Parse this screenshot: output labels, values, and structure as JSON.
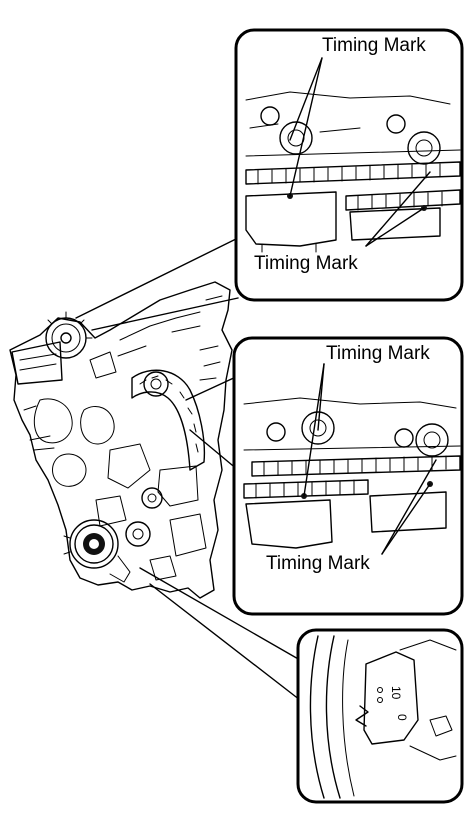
{
  "callouts": {
    "upper": {
      "top_label": "Timing Mark",
      "bottom_label": "Timing Mark"
    },
    "middle": {
      "top_label": "Timing Mark",
      "bottom_label": "Timing Mark"
    },
    "lower": {
      "mark_digit_top": "10",
      "mark_digit_bottom": "0"
    }
  },
  "colors": {
    "line": "#000000",
    "background": "#ffffff"
  }
}
